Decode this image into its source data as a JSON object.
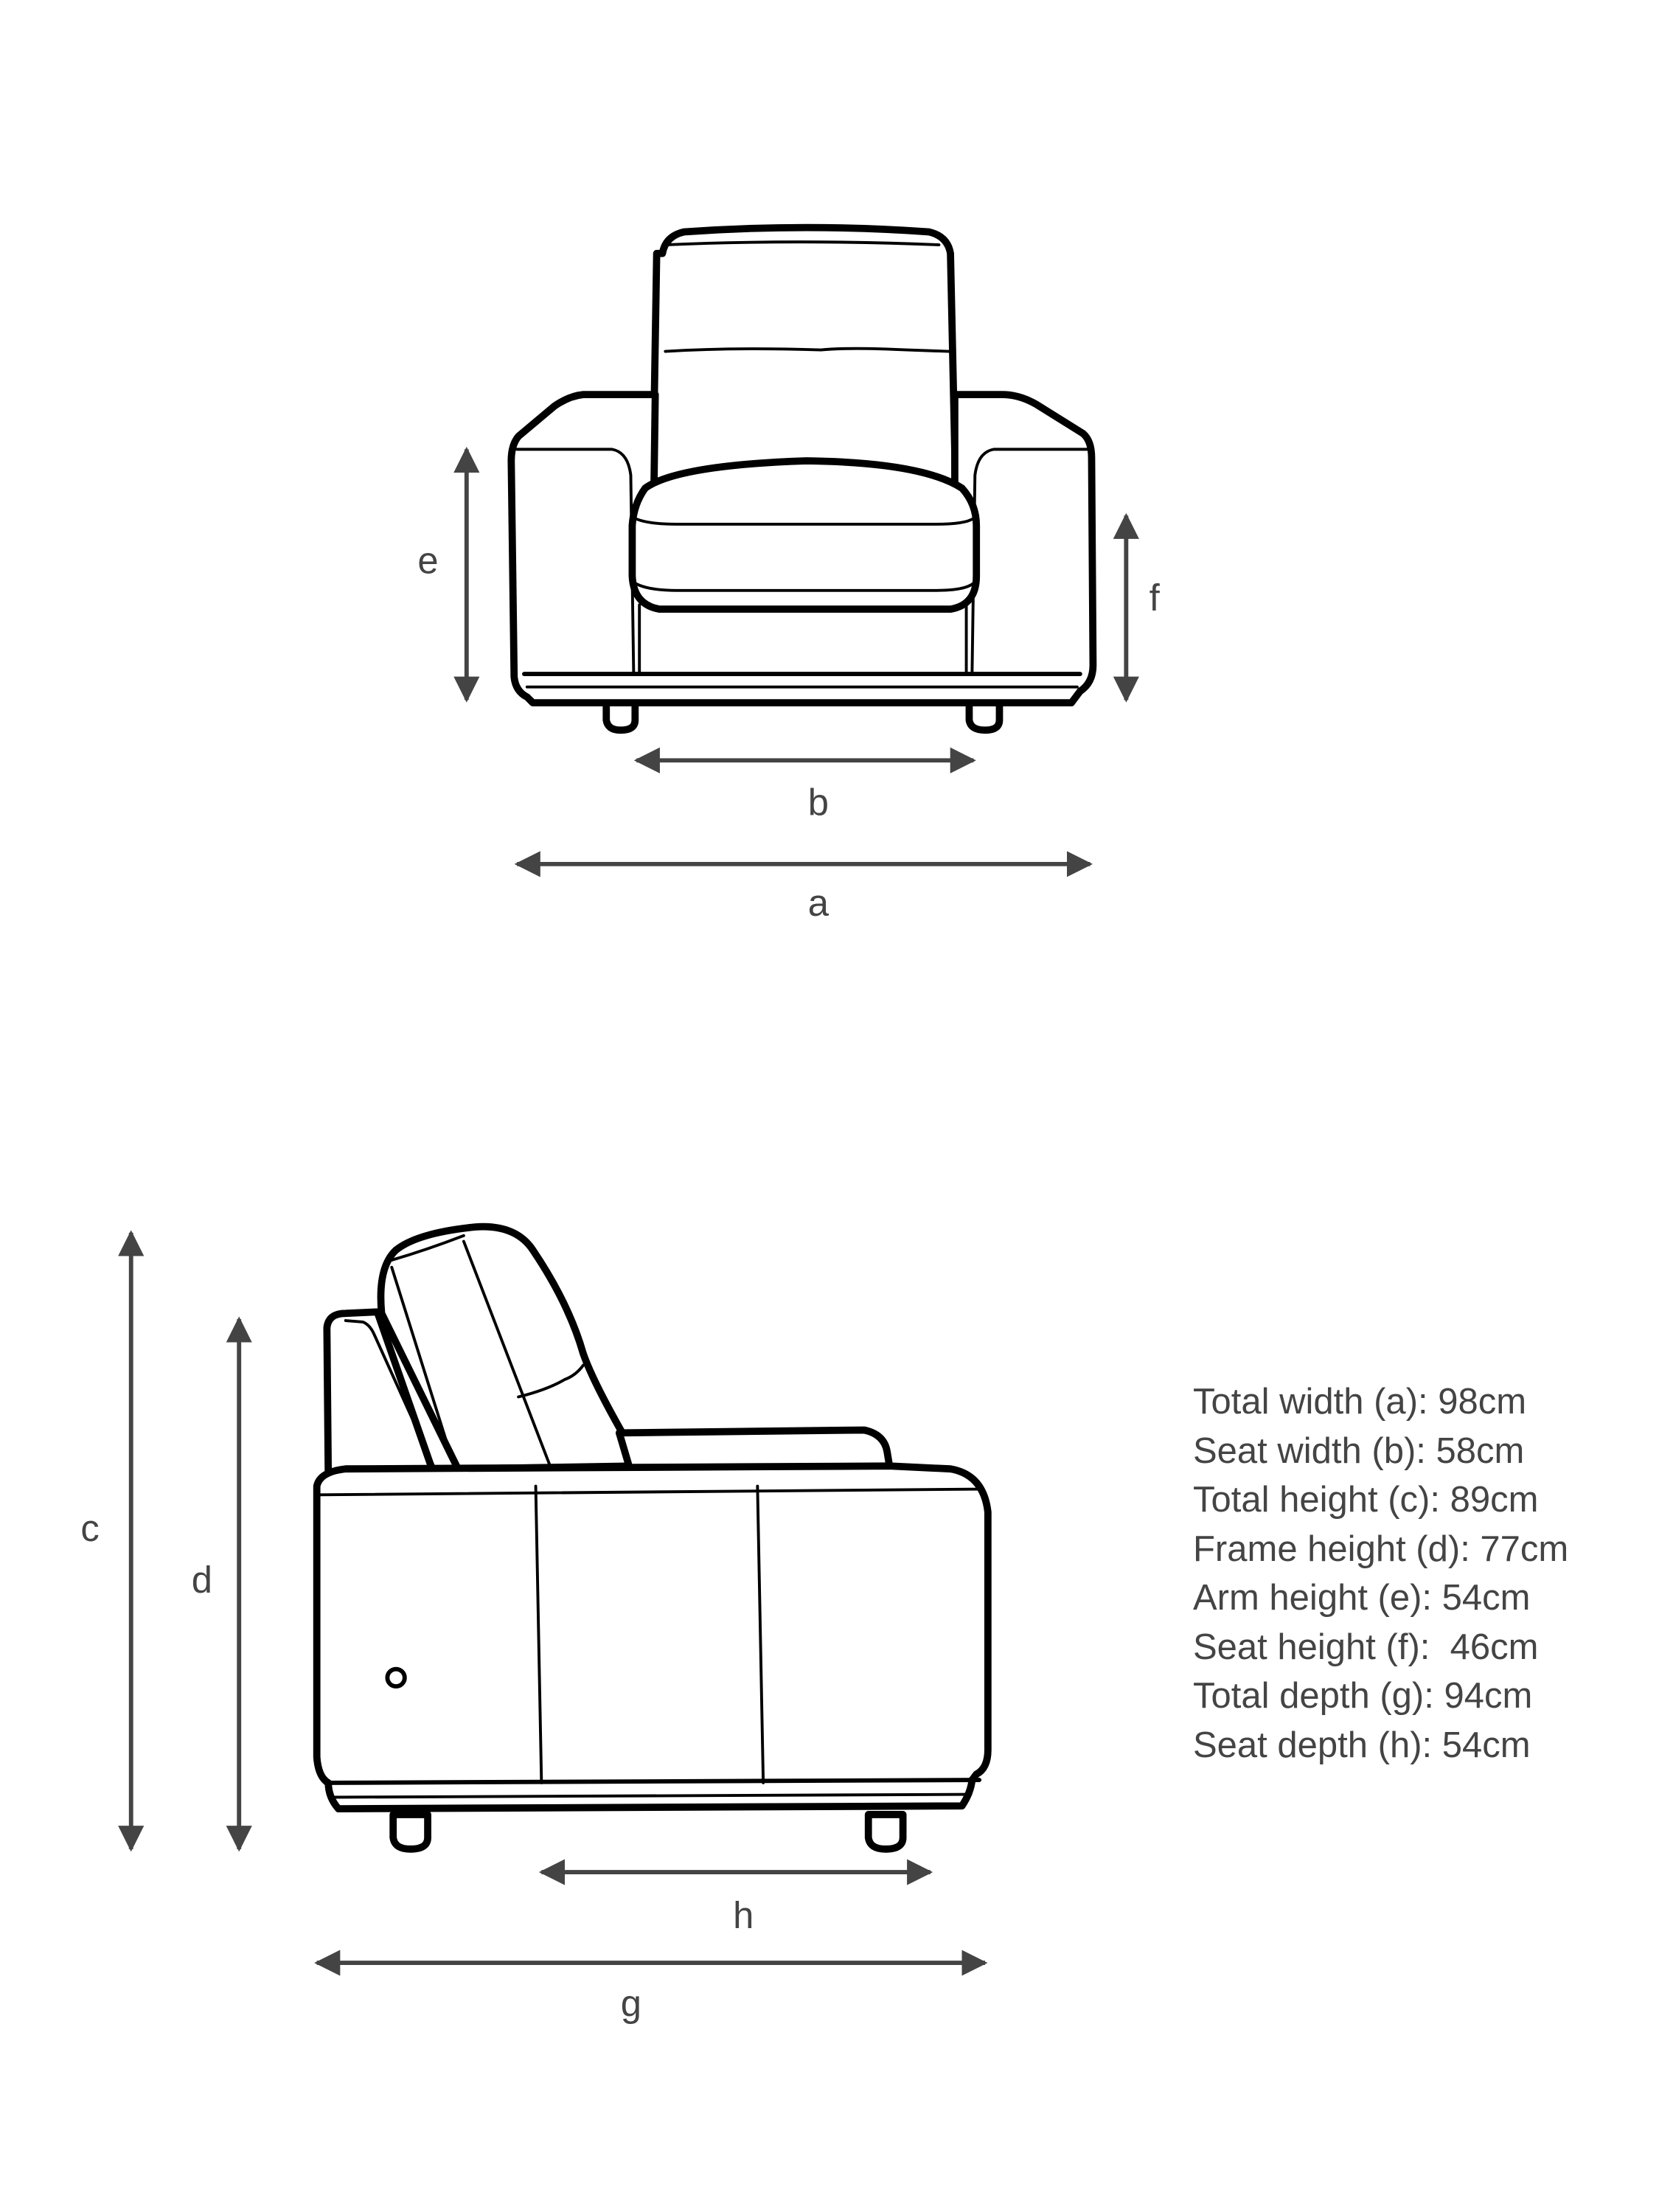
{
  "front_view": {
    "labels": {
      "a": "a",
      "b": "b",
      "e": "e",
      "f": "f"
    }
  },
  "side_view": {
    "labels": {
      "c": "c",
      "d": "d",
      "g": "g",
      "h": "h"
    }
  },
  "specs": [
    {
      "label": "Total width (a): 98cm"
    },
    {
      "label": "Seat width (b): 58cm"
    },
    {
      "label": "Total height (c): 89cm"
    },
    {
      "label": "Frame height (d): 77cm"
    },
    {
      "label": "Arm height (e): 54cm"
    },
    {
      "label": "Seat height (f):  46cm"
    },
    {
      "label": "Total depth (g): 94cm"
    },
    {
      "label": "Seat depth (h): 54cm"
    }
  ],
  "colors": {
    "line": "#000000",
    "dimension": "#444444",
    "background": "#ffffff"
  }
}
